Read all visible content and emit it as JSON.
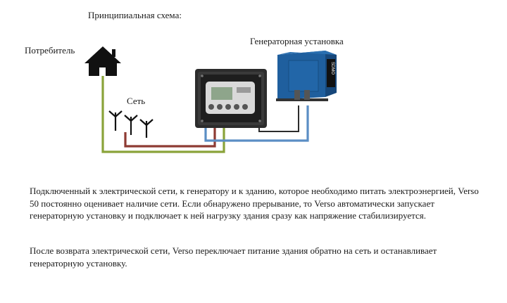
{
  "diagram": {
    "title": "Принципиальная схема:",
    "consumer_label": "Потребитель",
    "grid_label": "Сеть",
    "generator_label": "Генераторная установка",
    "generator_brand": "SDMO"
  },
  "colors": {
    "consumer_wire": "#8aa33a",
    "grid_wire": "#8e3b33",
    "generator_wire": "#5b8ec4",
    "controller_body": "#2c2c2c",
    "generator_body": "#1f5f9e"
  },
  "paragraphs": [
    "Подключенный к электрической сети, к генератору и к зданию, которое необходимо питать электроэнергией, Verso 50 постоянно оценивает наличие сети. Если обнаружено прерывание, то Verso автоматически запускает генераторную установку и подключает к ней нагрузку здания сразу как напряжение стабилизируется.",
    "После возврата электрической сети, Verso переключает питание здания обратно на сеть и останавливает генераторную установку."
  ]
}
